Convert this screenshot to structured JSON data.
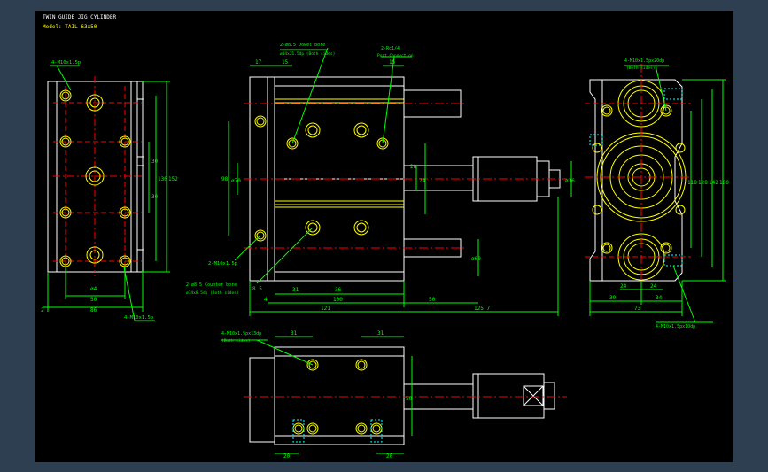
{
  "title": "TWIN GUIDE JIG CYLINDER",
  "model": "Model: TAIL 63x50",
  "colors": {
    "bg": "#000000",
    "frame": "#2f3f52",
    "white": "#ffffff",
    "yellow": "#ffff00",
    "green": "#00ff00",
    "red": "#ff0000",
    "cyan": "#00ffff"
  },
  "callouts": {
    "left_top": "4-M10x1.5p",
    "left_bottom": "4-M10x1.5p",
    "mid_c1a": "2-ø8.5 Dowel bore",
    "mid_c1b": "ø14x21.5dp (Both sides)",
    "mid_c2a": "2-Rc1/4",
    "mid_c2b": "Port Connection",
    "mid_c3": "2-M10x1.5p",
    "mid_c4a": "2-ø8.5 Counter bore",
    "mid_c4b": "ø14x8.5dp (Both sides)",
    "right_top_a": "4-M10x1.5px20dp",
    "right_top_b": "(Both sides)",
    "right_bottom": "4-M10x1.5px10dp",
    "bot_a": "4-M10x1.5px13dp",
    "bot_b": "(Both sides)"
  },
  "dims": {
    "left": {
      "d1": "30",
      "d2": "30",
      "d3": "130",
      "d4": "152",
      "d5": "ø4",
      "d6": "50",
      "d7": "86",
      "d8": "2"
    },
    "mid": {
      "d1": "17",
      "d2": "15",
      "d3": "15",
      "d4": "98",
      "d5": "ø70",
      "d6": "28",
      "d7": "74",
      "d8": "ø36",
      "d9": "ø60",
      "d10": "8.5",
      "d11": "31",
      "d12": "36",
      "d13": "100",
      "d14": "50",
      "d15": "121",
      "d16": "125.7",
      "d17": "4"
    },
    "right": {
      "d1": "118",
      "d2": "128",
      "d3": "142",
      "d4": "160",
      "d5": "24",
      "d6": "24",
      "d7": "39",
      "d8": "34",
      "d9": "73"
    },
    "bottom": {
      "d1": "31",
      "d2": "31",
      "d3": "50",
      "d4": "20",
      "d5": "20"
    }
  }
}
